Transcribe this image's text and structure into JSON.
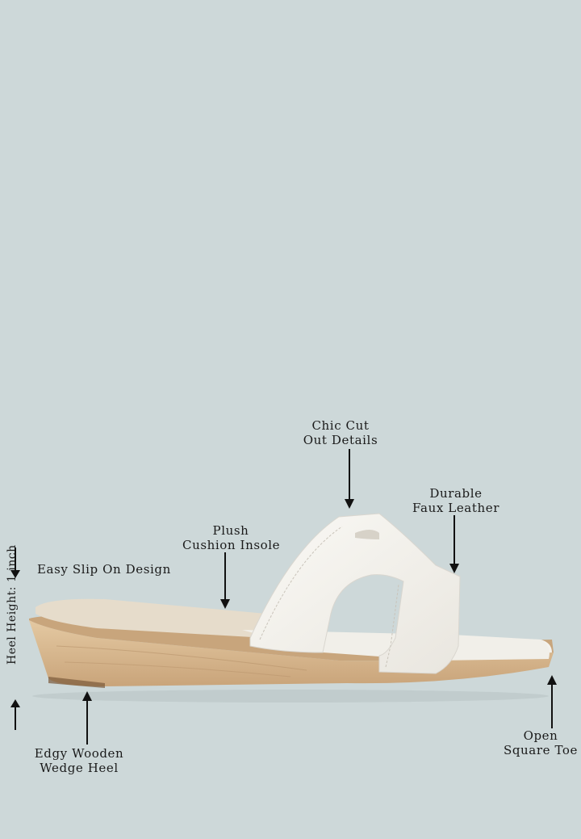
{
  "product": {
    "features": {
      "chic_cut": [
        "Chic Cut",
        "Out Details"
      ],
      "durable": [
        "Durable",
        "Faux Leather"
      ],
      "plush": [
        "Plush",
        "Cushion Insole"
      ],
      "easy_slip": "Easy Slip On Design",
      "heel_height": "Heel Height: 1 inch",
      "wedge": [
        "Edgy Wooden",
        "Wedge Heel"
      ],
      "toe": [
        "Open",
        "Square Toe"
      ]
    },
    "colors": {
      "background": "#cdd8d9",
      "strap": "#f3f1ec",
      "wood": "#d6b48a",
      "insole": "#e6dccb"
    }
  }
}
